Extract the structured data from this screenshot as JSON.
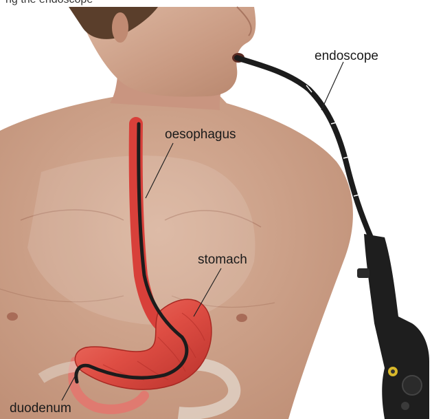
{
  "figure": {
    "top_caption": "ng the endoscope",
    "labels": {
      "endoscope": "endoscope",
      "oesophagus": "oesophagus",
      "stomach": "stomach",
      "duodenum": "duodenum"
    }
  },
  "colors": {
    "skin": "#cfa58e",
    "skin_shadow": "#b08068",
    "hair": "#5a3e2b",
    "oesophagus": "#d8403a",
    "stomach": "#e0574c",
    "intestine": "#e6ddd3",
    "endoscope": "#1c1c1c",
    "leader_line": "#222222",
    "background": "#ffffff"
  }
}
